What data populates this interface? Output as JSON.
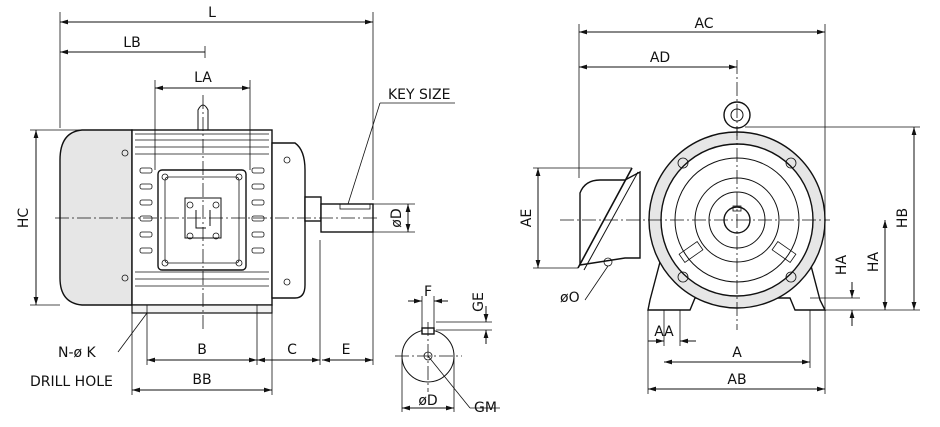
{
  "labels": {
    "L": "L",
    "LB": "LB",
    "LA": "LA",
    "KEY": "KEY SIZE",
    "HC": "HC",
    "D": "øD",
    "N": "N-ø K",
    "DRILL": "DRILL HOLE",
    "B": "B",
    "C": "C",
    "E": "E",
    "BB": "BB",
    "F": "F",
    "GE": "GE",
    "D2": "øD",
    "GM": "GM",
    "AC": "AC",
    "AD": "AD",
    "AE": "AE",
    "HB": "HB",
    "HA_small": "HA",
    "HA": "HA",
    "O": "øO",
    "AA": "AA",
    "A": "A",
    "AB": "AB"
  }
}
